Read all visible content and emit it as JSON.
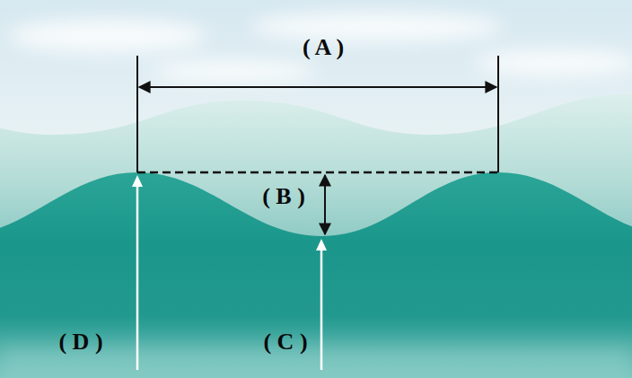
{
  "diagram": {
    "labels": [
      "( A )",
      "( B )",
      "( C )",
      "( D )"
    ]
  }
}
